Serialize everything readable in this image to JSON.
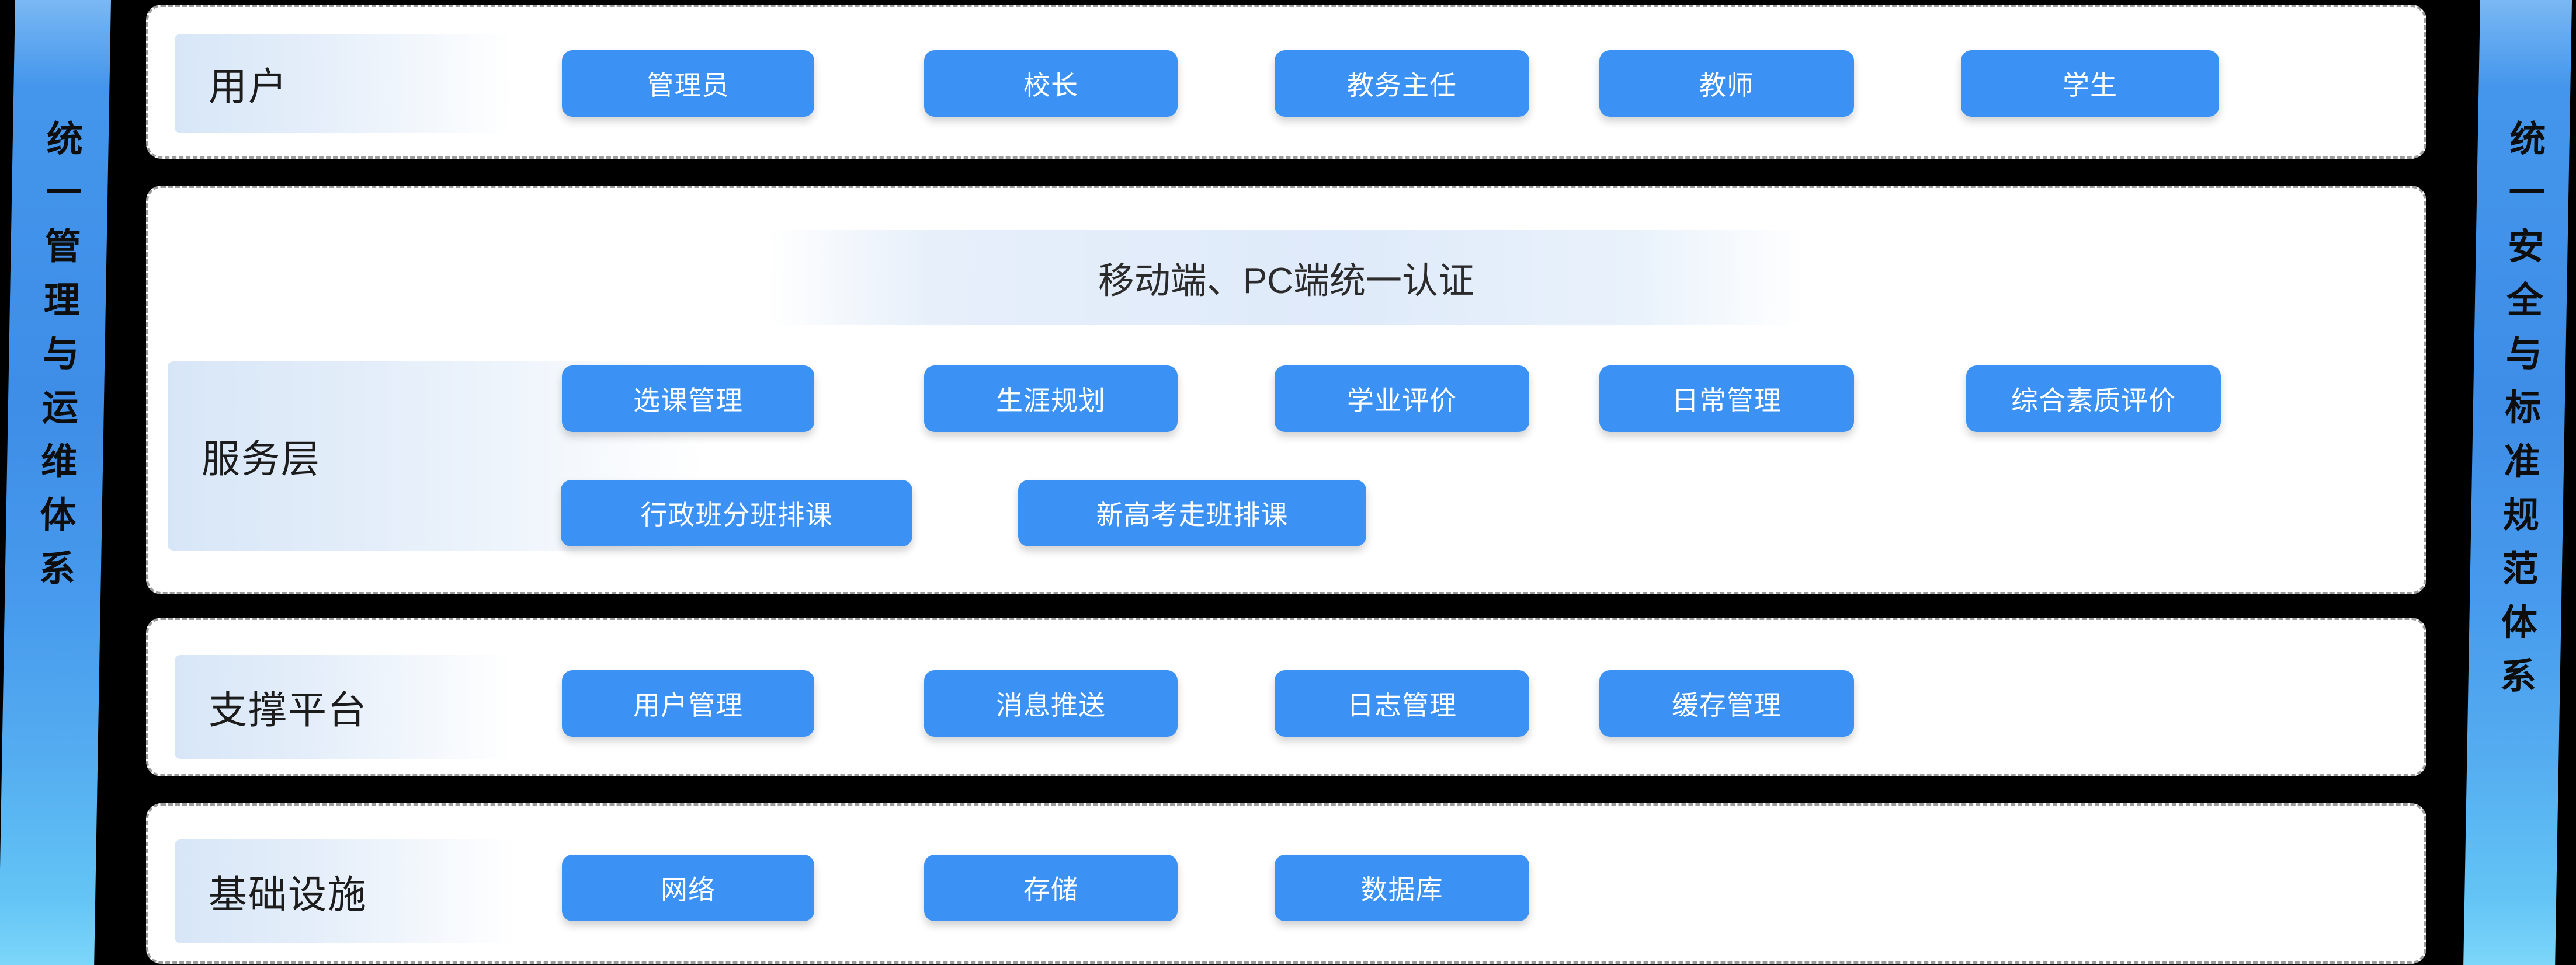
{
  "left_ribbon": {
    "text": "统一管理与运维体系"
  },
  "right_ribbon": {
    "text": "统一安全与标准规范体系"
  },
  "rows": [
    {
      "label": "用户",
      "buttons": [
        "管理员",
        "校长",
        "教务主任",
        "教师",
        "学生"
      ]
    },
    {
      "label": "服务层",
      "banner": "移动端、PC端统一认证",
      "buttons": [
        "选课管理",
        "生涯规划",
        "学业评价",
        "日常管理",
        "综合素质评价"
      ],
      "buttons_row2": [
        "行政班分班排课",
        "新高考走班排课"
      ]
    },
    {
      "label": "支撑平台",
      "buttons": [
        "用户管理",
        "消息推送",
        "日志管理",
        "缓存管理"
      ]
    },
    {
      "label": "基础设施",
      "buttons": [
        "网络",
        "存储",
        "数据库"
      ]
    }
  ],
  "colors": {
    "background": "#000000",
    "module_button_blue": "#3b92f4",
    "module_button_text": "#ffffff",
    "card_background": "#ffffff",
    "card_dashed_border": "#9c9c9c",
    "label_gradient_start": "#d7e6f7",
    "banner_fill": "#dfeafa",
    "ribbon_blue_mid": "#3e8de7",
    "ribbon_blue_bottom": "#7cd6f9",
    "ribbon_text": "#0e0e0e"
  }
}
